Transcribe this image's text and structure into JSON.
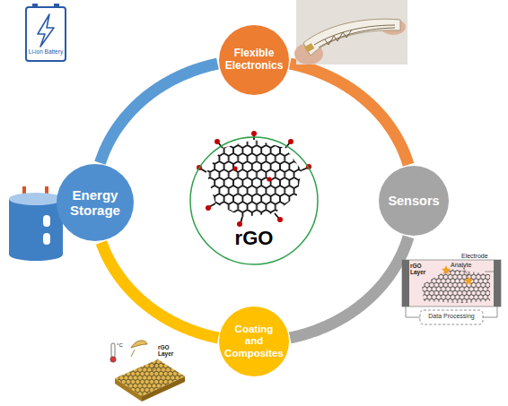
{
  "diagram": {
    "nodes": [
      {
        "text": [
          "Flexible Electronics"
        ]
      },
      {
        "text": [
          "Energy Storage"
        ]
      },
      {
        "text": [
          "rGO"
        ]
      },
      {
        "text": [
          "Sensors"
        ]
      },
      {
        "text": [
          "Coating and Composites"
        ]
      }
    ],
    "edges": [
      {
        "from": 1,
        "to": 0,
        "arrow": "none"
      },
      {
        "from": 0,
        "to": 3,
        "arrow": "none"
      },
      {
        "from": 3,
        "to": 4,
        "arrow": "none"
      },
      {
        "from": 4,
        "to": 1,
        "arrow": "none"
      }
    ],
    "labels": [
      "Li-ion Battery",
      "rGO Layer",
      "Analyte",
      "Electrode",
      "Data Processing",
      "rGO Layer",
      "°C"
    ]
  }
}
